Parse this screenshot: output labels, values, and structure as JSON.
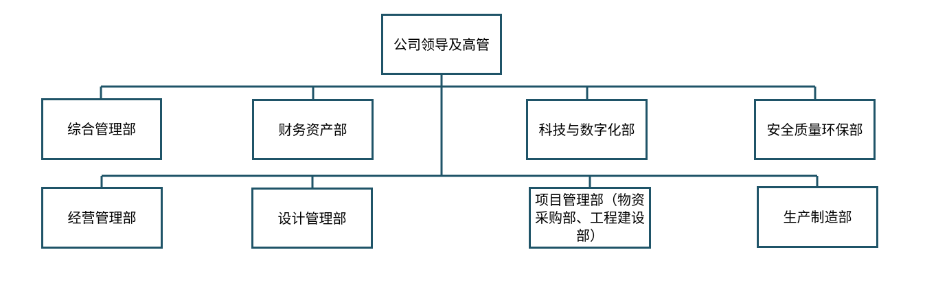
{
  "org_chart": {
    "root": {
      "label": "公司领导及高管"
    },
    "row1": [
      {
        "label": "综合管理部"
      },
      {
        "label": "财务资产部"
      },
      {
        "label": "科技与数字化部"
      },
      {
        "label": "安全质量环保部"
      }
    ],
    "row2": [
      {
        "label": "经营管理部"
      },
      {
        "label": "设计管理部"
      },
      {
        "label": "项目管理部（物资采购部、工程建设部）"
      },
      {
        "label": "生产制造部"
      }
    ]
  },
  "colors": {
    "box_border": "#1f5468",
    "connector": "#1f5468",
    "background": "#ffffff",
    "text": "#000000"
  }
}
